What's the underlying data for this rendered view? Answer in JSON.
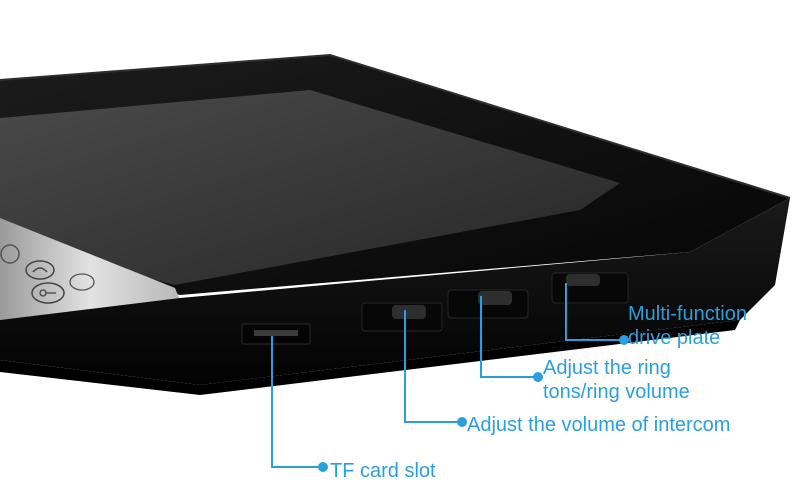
{
  "callouts": {
    "multi_function": {
      "line1": "Multi-function",
      "line2": "drive plate"
    },
    "ring_volume": {
      "line1": "Adjust the ring",
      "line2": "tons/ring volume"
    },
    "intercom_volume": {
      "text": "Adjust the volume of intercom"
    },
    "tf_card": {
      "text": "TF card slot"
    }
  },
  "colors": {
    "accent": "#2a9fe0",
    "device_body": "#111111",
    "screen": "#3a3a3a",
    "silver_panel": "#c9c9c9",
    "background": "#ffffff"
  },
  "icons": [
    "microphone-icon",
    "phone-icon",
    "key-icon"
  ]
}
